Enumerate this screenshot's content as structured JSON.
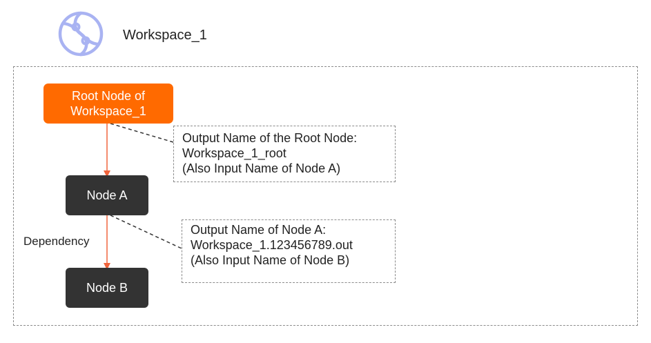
{
  "header": {
    "logo_icon": "workspace-logo-icon",
    "workspace_name": "Workspace_1"
  },
  "nodes": {
    "root": "Root Node of\nWorkspace_1",
    "node_a": "Node A",
    "node_b": "Node B"
  },
  "notes": {
    "root_output": "Output Name of the Root Node:\nWorkspace_1_root\n(Also Input Name of Node A)",
    "node_a_output": "Output Name of Node A:\nWorkspace_1.123456789.out\n(Also Input Name of Node B)"
  },
  "labels": {
    "dependency": "Dependency"
  },
  "colors": {
    "root_node": "#ff6a00",
    "node": "#333333",
    "arrow": "#f0643c",
    "logo": "#a9b3f2"
  }
}
